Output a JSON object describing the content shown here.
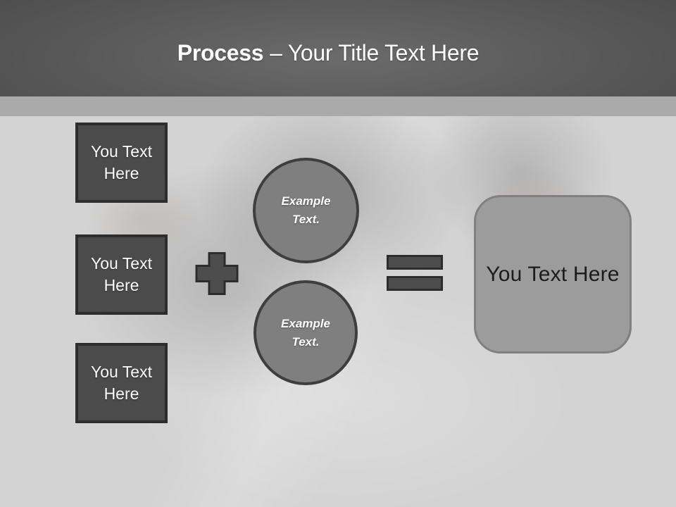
{
  "header": {
    "title_bold": "Process",
    "title_rest": "– Your Title Text Here"
  },
  "diagram": {
    "inputs": [
      {
        "label": "You Text Here"
      },
      {
        "label": "You Text Here"
      },
      {
        "label": "You Text Here"
      }
    ],
    "operators": [
      {
        "icon": "plus-icon",
        "symbol": "+"
      },
      {
        "icon": "equals-icon",
        "symbol": "="
      }
    ],
    "examples": [
      {
        "label": "Example Text."
      },
      {
        "label": "Example Text."
      }
    ],
    "result": {
      "label": "You Text Here"
    }
  },
  "colors": {
    "header_top": "#6b6b6b",
    "header_bottom": "#4a4a4a",
    "accent_band": "#aaaaaa",
    "content_bg": "#d3d3d3",
    "box_fill": "#4b4b4b",
    "box_border": "#2d2d2d",
    "box_text": "#ffffff",
    "circle_fill": "#7f7f7f",
    "circle_border": "#3e3e3e",
    "operator_fill": "#4d4d4d",
    "operator_border": "#2d2d2d",
    "result_fill": "#9c9c9c",
    "result_border": "#808080",
    "result_text": "#1c1c1c",
    "title_text": "#ffffff"
  }
}
